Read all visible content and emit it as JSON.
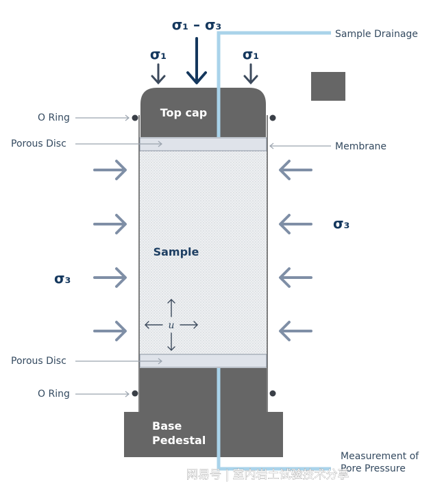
{
  "labels": {
    "sigma1_minus_sigma3": "σ₁ – σ₃",
    "sigma1_left": "σ₁",
    "sigma1_right": "σ₁",
    "sample_drainage": "Sample Drainage",
    "o_ring_top": "O Ring",
    "top_cap": "Top cap",
    "porous_disc_top": "Porous Disc",
    "membrane": "Membrane",
    "sigma3_right": "σ₃",
    "sample": "Sample",
    "sigma3_left": "σ₃",
    "pore_pressure_symbol": "u",
    "porous_disc_bottom": "Porous Disc",
    "o_ring_bottom": "O Ring",
    "base_line1": "Base",
    "base_line2": "Pedestal",
    "measurement_line1": "Measurement of",
    "measurement_line2": "Pore Pressure",
    "watermark": "网易号 | 室内岩土试验技术分享"
  },
  "colors": {
    "dark_gray": "#666666",
    "light_blue": "#a9d3ea",
    "navy": "#14375d",
    "arrow_gray_blue": "#7f8fa6",
    "disc": "#dfe3ea",
    "sample_fill": "#eef0f2"
  }
}
